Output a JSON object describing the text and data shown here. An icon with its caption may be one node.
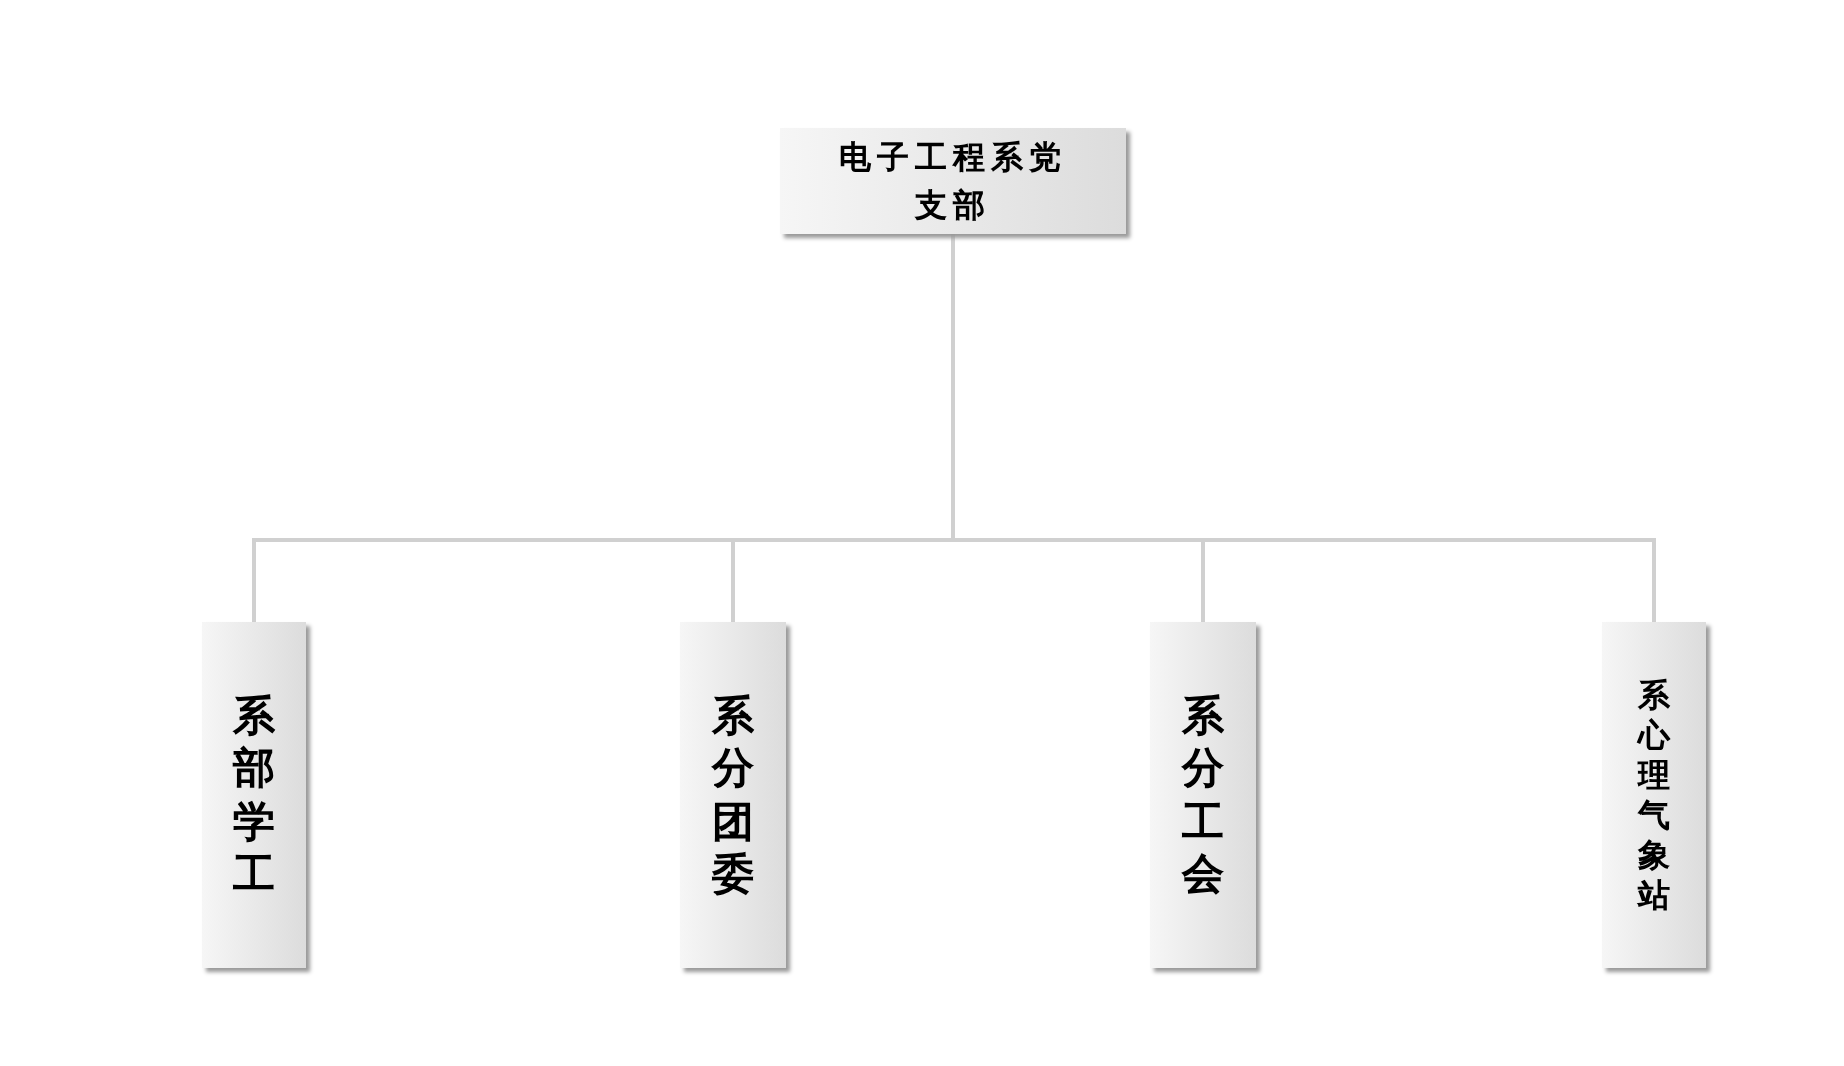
{
  "diagram": {
    "nodes": [
      {
        "text": [
          "电子工程系党支部"
        ]
      },
      {
        "text": [
          "系部学工"
        ]
      },
      {
        "text": [
          "系分团委"
        ]
      },
      {
        "text": [
          "系分工会"
        ]
      },
      {
        "text": [
          "系心理气象站"
        ]
      }
    ],
    "edges": [
      {
        "from": 0,
        "to": 1,
        "arrow": "none"
      },
      {
        "from": 0,
        "to": 2,
        "arrow": "none"
      },
      {
        "from": 0,
        "to": 3,
        "arrow": "none"
      },
      {
        "from": 0,
        "to": 4,
        "arrow": "none"
      }
    ]
  }
}
